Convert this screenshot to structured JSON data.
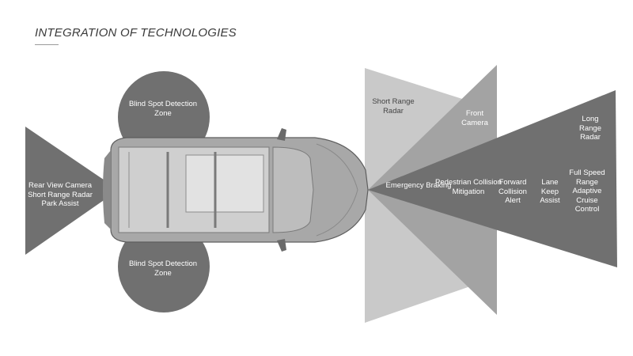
{
  "title": "INTEGRATION OF TECHNOLOGIES",
  "labels": {
    "blind_spot_top": "Blind Spot Detection\nZone",
    "blind_spot_bottom": "Blind Spot Detection\nZone",
    "rear_view": "Rear View Camera\nShort Range Radar\nPark Assist",
    "short_range_radar": "Short Range\nRadar",
    "front_camera": "Front\nCamera",
    "long_range_radar": "Long\nRange\nRadar",
    "emergency_braking": "Emergency Braking",
    "pedestrian_collision": "Pedestrian Collision\nMitigation",
    "forward_collision": "Forward\nCollision\nAlert",
    "lane_keep": "Lane\nKeep\nAssist",
    "full_speed": "Full Speed\nRange\nAdaptive\nCruise\nControl"
  },
  "colors": {
    "zone_dark": "#707070",
    "zone_light": "#c9c9c9",
    "zone_mid": "#a3a3a3",
    "car_body": "#a8a8a8"
  }
}
